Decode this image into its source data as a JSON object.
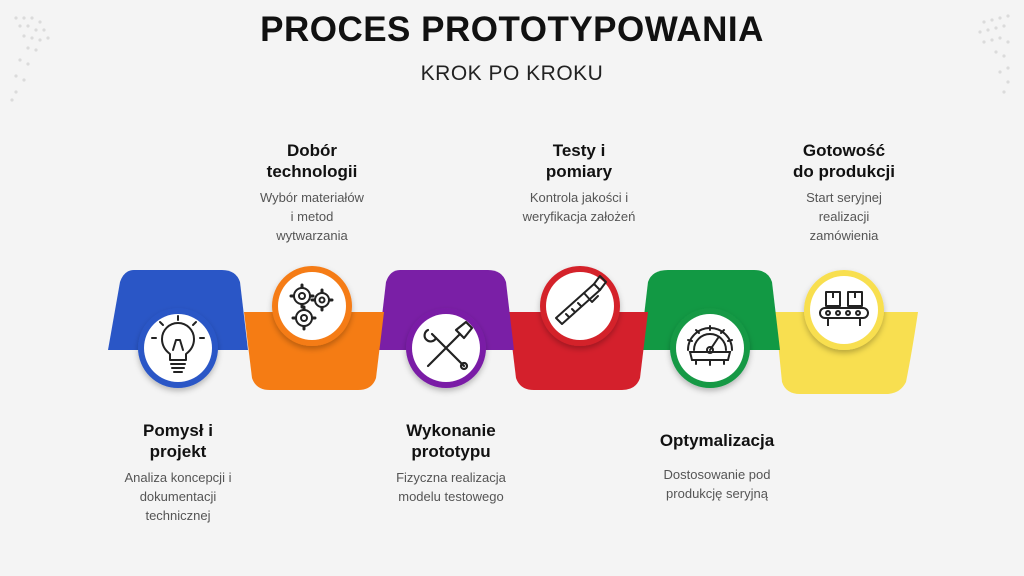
{
  "header": {
    "title": "PROCES PROTOTYPOWANIA",
    "subtitle": "KROK PO KROKU"
  },
  "colors": {
    "blue": "#2a56c6",
    "orange": "#f57c14",
    "purple": "#7a1fa6",
    "red": "#d4202c",
    "green": "#129944",
    "yellow": "#f8df50"
  },
  "steps": [
    {
      "title_line1": "Pomysł i",
      "title_line2": "projekt",
      "desc_line1": "Analiza koncepcji i",
      "desc_line2": "dokumentacji",
      "desc_line3": "technicznej",
      "icon": "lightbulb-icon",
      "color": "#2a56c6"
    },
    {
      "title_line1": "Dobór",
      "title_line2": "technologii",
      "desc_line1": "Wybór materiałów",
      "desc_line2": "i metod",
      "desc_line3": "wytwarzania",
      "icon": "gears-icon",
      "color": "#f57c14"
    },
    {
      "title_line1": "Wykonanie",
      "title_line2": "prototypu",
      "desc_line1": "Fizyczna realizacja",
      "desc_line2": "modelu testowego",
      "icon": "tools-icon",
      "color": "#7a1fa6"
    },
    {
      "title_line1": "Testy i",
      "title_line2": "pomiary",
      "desc_line1": "Kontrola jakości i",
      "desc_line2": "weryfikacja założeń",
      "icon": "caliper-icon",
      "color": "#d4202c"
    },
    {
      "title_line1": "Optymalizacja",
      "desc_line1": "Dostosowanie pod",
      "desc_line2": "produkcję seryjną",
      "icon": "gauge-gear-icon",
      "color": "#129944"
    },
    {
      "title_line1": "Gotowość",
      "title_line2": "do produkcji",
      "desc_line1": "Start seryjnej",
      "desc_line2": "realizacji",
      "desc_line3": "zamówienia",
      "icon": "conveyor-icon",
      "color": "#f8df50"
    }
  ]
}
